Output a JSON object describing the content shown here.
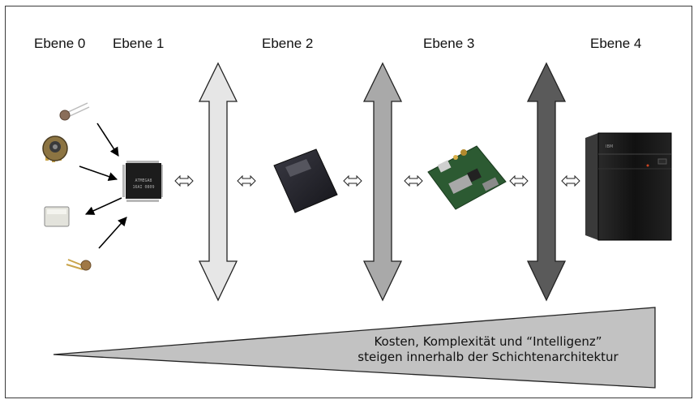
{
  "levels": [
    {
      "label": "Ebene 0"
    },
    {
      "label": "Ebene 1"
    },
    {
      "label": "Ebene 2"
    },
    {
      "label": "Ebene 3"
    },
    {
      "label": "Ebene 4"
    }
  ],
  "caption": {
    "line1": "Kosten, Komplexität und “Intelligenz”",
    "line2": "steigen innerhalb der Schichtenarchitektur"
  },
  "colors": {
    "bus1": "#e6e6e6",
    "bus2": "#a9a9a9",
    "bus3": "#5a5a5a",
    "wedge": "#c2c2c2"
  },
  "icons": [
    "light-sensor-icon",
    "potentiometer-icon",
    "relay-icon",
    "transistor-icon",
    "microcontroller-chip-icon",
    "processor-chip-icon",
    "embedded-board-icon",
    "server-tower-icon"
  ]
}
